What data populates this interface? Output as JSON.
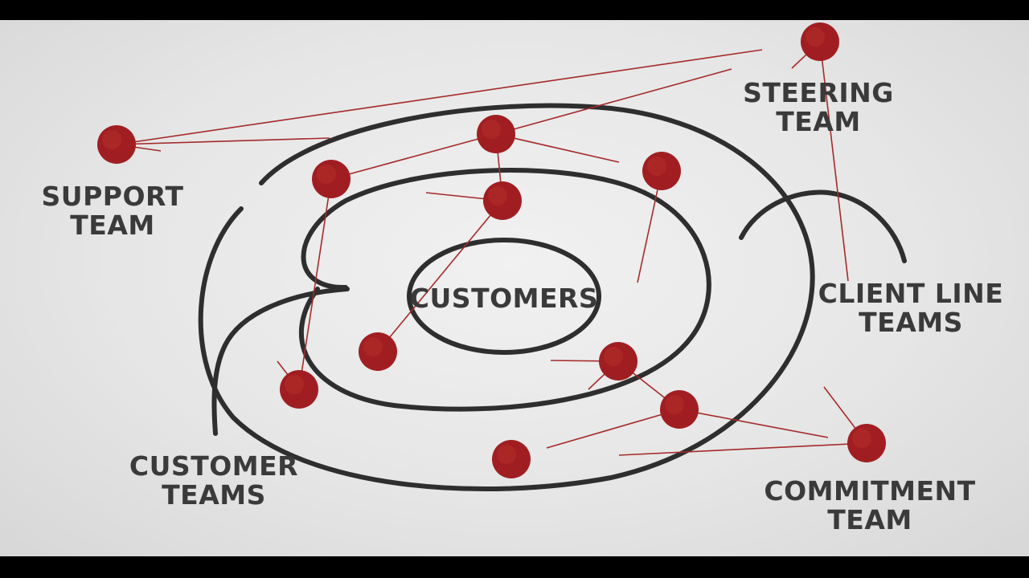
{
  "diagram": {
    "center_label": "CUSTOMERS",
    "labels": {
      "steering": [
        "STEERING",
        "TEAM"
      ],
      "support": [
        "SUPPORT",
        "TEAM"
      ],
      "client_line": [
        "CLIENT LINE",
        "TEAMS"
      ],
      "customer_teams": [
        "CUSTOMER",
        "TEAMS"
      ],
      "commitment": [
        "COMMITMENT",
        "TEAM"
      ]
    },
    "colors": {
      "node": "#a01e22",
      "link": "#a52a2a",
      "ring": "#2e2e2e",
      "label": "#3a3a3a",
      "background": "#e6e6e6"
    }
  }
}
